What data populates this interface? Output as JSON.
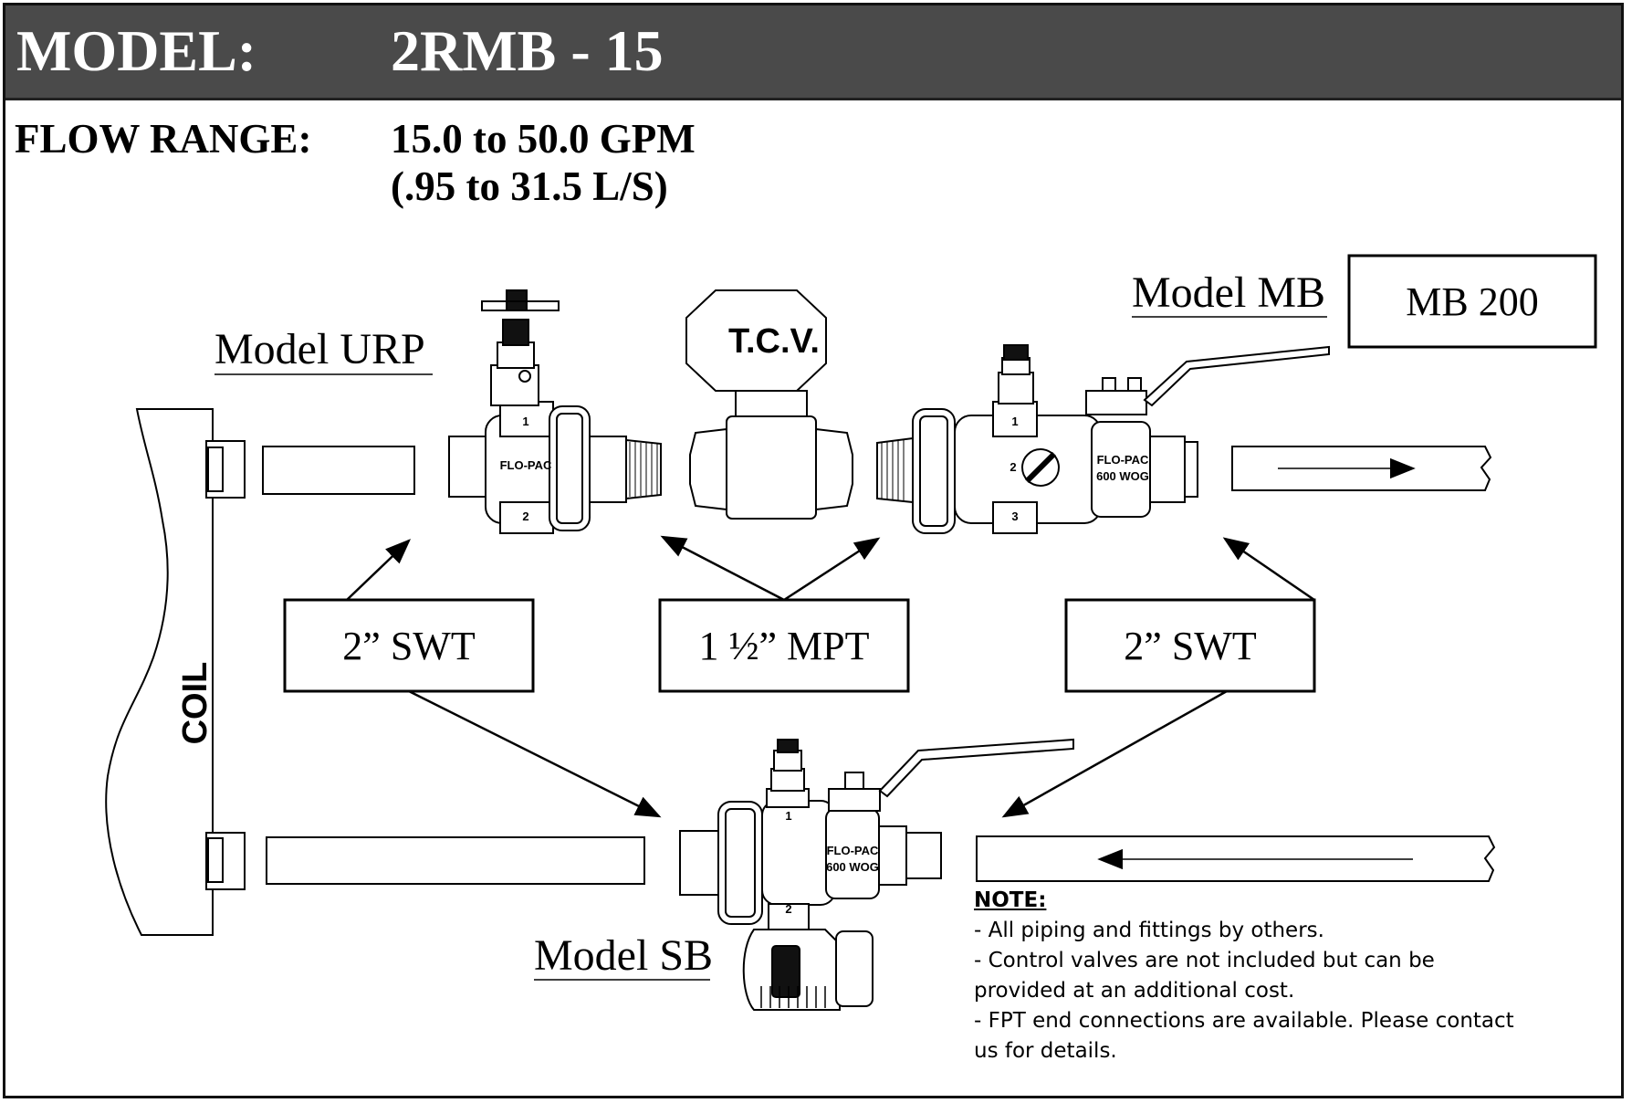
{
  "header": {
    "model_label": "MODEL:",
    "model_value": "2RMB - 15"
  },
  "flow": {
    "label": "FLOW RANGE:",
    "line1": "15.0 to 50.0 GPM",
    "line2": "(.95 to 31.5 L/S)"
  },
  "models": {
    "urp": "Model URP",
    "mb": "Model MB",
    "mb_box": "MB 200",
    "sb": "Model SB"
  },
  "tcv": "T.C.V.",
  "coil": "COIL",
  "connections": {
    "left": "2”  SWT",
    "middle": "1 ½” MPT",
    "right": "2”  SWT"
  },
  "valve_marks": {
    "flopac": "FLO-PAC",
    "wog": "600 WOG",
    "port1": "1",
    "port2": "2",
    "port3": "3"
  },
  "note": {
    "title": "NOTE:",
    "lines": [
      "- All piping and fittings by others.",
      "- Control valves are not included but can be provided at an additional cost.",
      "- FPT end connections are available.  Please contact us for details."
    ]
  }
}
